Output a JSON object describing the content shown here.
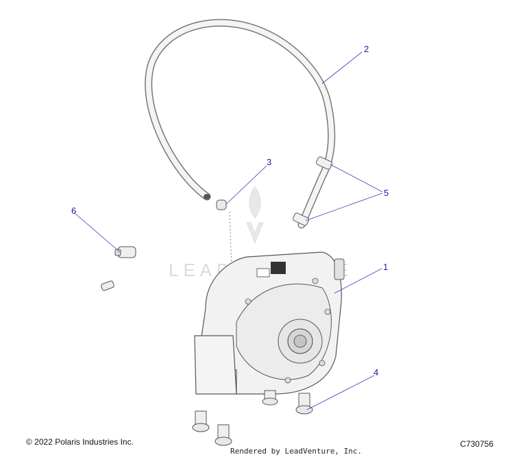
{
  "watermark": {
    "text": "LEADVENTURE"
  },
  "callouts": [
    {
      "id": "1",
      "label": "1"
    },
    {
      "id": "2",
      "label": "2"
    },
    {
      "id": "3",
      "label": "3"
    },
    {
      "id": "4",
      "label": "4"
    },
    {
      "id": "5",
      "label": "5"
    },
    {
      "id": "6",
      "label": "6"
    }
  ],
  "footer": {
    "copyright": "© 2022 Polaris Industries Inc.",
    "catalog_id": "C730756",
    "rendered_by": "Rendered by LeadVenture, Inc."
  },
  "colors": {
    "callout": "#1a1aa6",
    "part_fill": "#f2f2f2",
    "part_stroke": "#555555",
    "watermark": "#d8d8d8"
  }
}
